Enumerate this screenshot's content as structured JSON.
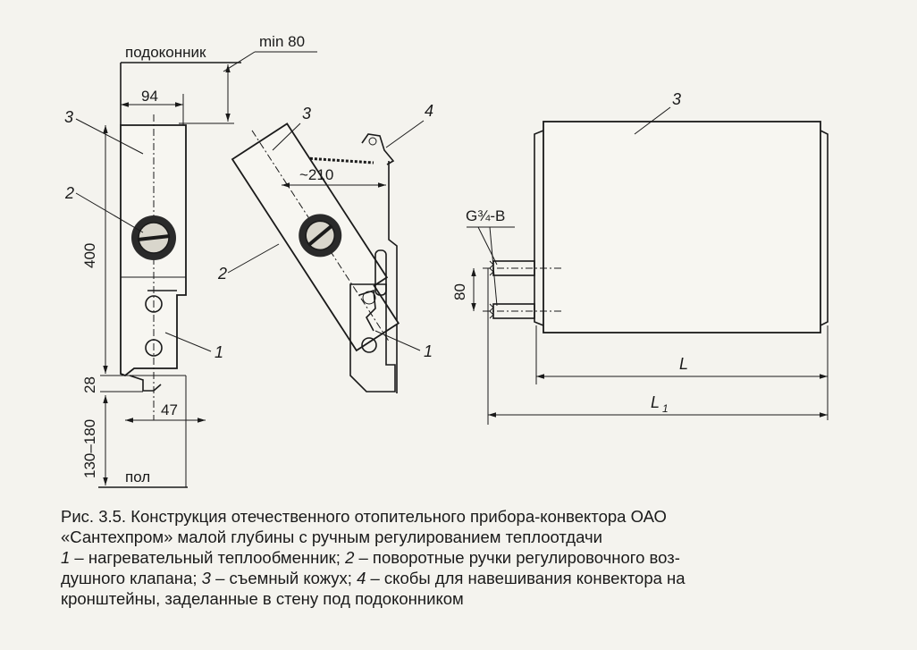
{
  "drawing": {
    "labels": {
      "sill": "подоконник",
      "floor": "пол",
      "min_sill_gap": "min 80",
      "depth": "94",
      "height": "400",
      "bottom_gap": "28",
      "floor_gap": "130–180",
      "offset": "47",
      "bracket_reach": "~210",
      "connection": "G¾-B",
      "pipe_spacing": "80",
      "length_L": "L",
      "length_L1": "L",
      "length_L1_sub": "1"
    },
    "callouts": {
      "one": "1",
      "two": "2",
      "three": "3",
      "four": "4"
    }
  },
  "caption": {
    "line1": "Рис. 3.5. Конструкция отечественного отопительного прибора-конвектора ОАО",
    "line2": "«Сантехпром» малой глубины с ручным регулированием теплоотдачи",
    "items": [
      {
        "num": "1",
        "text": " – нагревательный теплообменник; "
      },
      {
        "num": "2",
        "text": " – поворотные ручки регулировочного воз-"
      },
      {
        "text": "душного клапана; "
      },
      {
        "num": "3",
        "text": " – съемный кожух; "
      },
      {
        "num": "4",
        "text": " – скобы для навешивания конвектора на"
      },
      {
        "text": "кронштейны, заделанные в стену под подоконником"
      }
    ]
  }
}
